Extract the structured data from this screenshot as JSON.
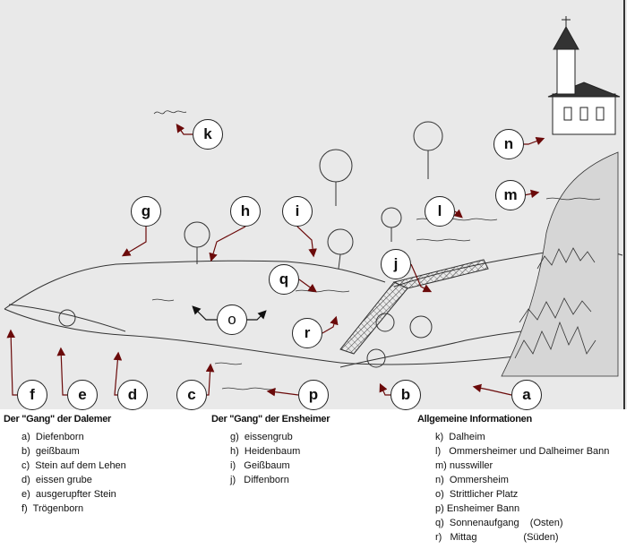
{
  "markers": {
    "a": "a",
    "b": "b",
    "c": "c",
    "d": "d",
    "e": "e",
    "f": "f",
    "g": "g",
    "h": "h",
    "i": "i",
    "j": "j",
    "k": "k",
    "l": "l",
    "m": "m",
    "n": "n",
    "o": "o",
    "p": "p",
    "q": "q",
    "r": "r"
  },
  "legend": {
    "dalemer": {
      "title": "Der \"Gang\" der Dalemer",
      "items": [
        "a)  Diefenborn",
        "b)  geißbaum",
        "c)  Stein auf dem Lehen",
        "d)  eissen grube",
        "e)  ausgerupfter Stein",
        "f)  Trögenborn"
      ]
    },
    "ensheimer": {
      "title": "Der \"Gang\" der Ensheimer",
      "items": [
        "g)  eissengrub",
        "h)  Heidenbaum",
        "i)   Geißbaum",
        "j)   Diffenborn"
      ]
    },
    "allgemein": {
      "title": "Allgemeine Informationen",
      "items": [
        "k)  Dalheim",
        "l)   Ommersheimer und Dalheimer Bann",
        "m) nusswiller",
        "n)  Ommersheim",
        "o)  Strittlicher Platz",
        "p) Ensheimer Bann",
        "q)  Sonnenaufgang    (Osten)",
        "r)   Mittag                 (Süden)"
      ]
    }
  },
  "colors": {
    "arrow": "#6b0a0a",
    "sketch_bg": "#e9e9e9",
    "ink": "#222222"
  }
}
